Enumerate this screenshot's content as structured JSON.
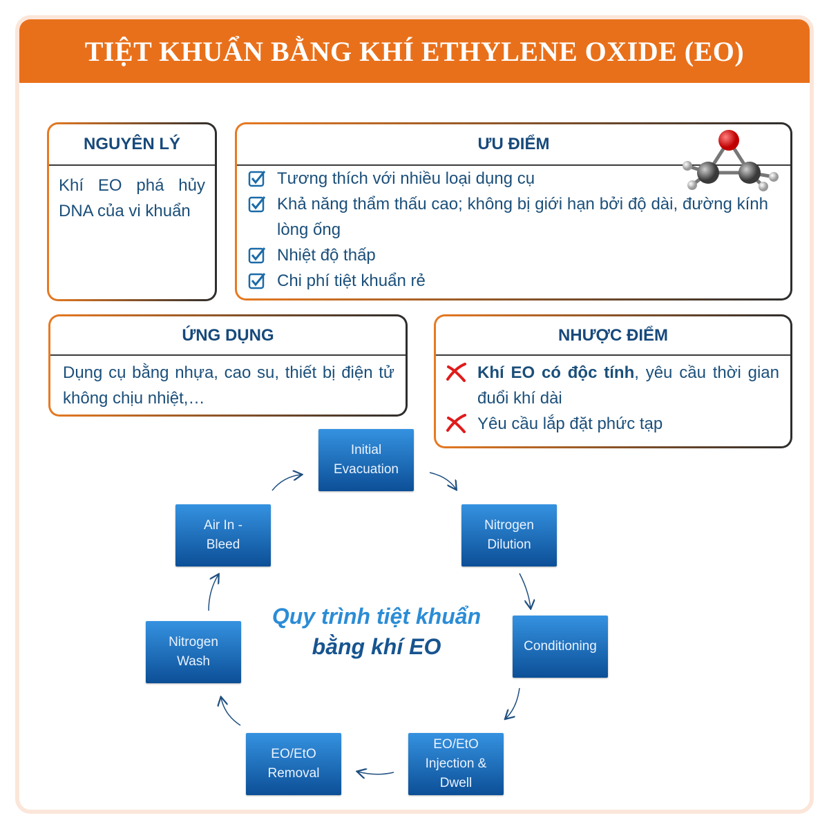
{
  "title": "TIỆT KHUẨN BẰNG KHÍ ETHYLENE OXIDE (EO)",
  "principle": {
    "heading": "NGUYÊN LÝ",
    "text": "Khí EO phá hủy DNA của vi khuẩn"
  },
  "advantages": {
    "heading": "ƯU ĐIỂM",
    "items": [
      "Tương thích với nhiều loại dụng cụ",
      "Khả năng thẩm thấu cao; không bị giới hạn bởi độ dài, đường kính lòng ống",
      "Nhiệt độ thấp",
      "Chi phí tiệt khuẩn rẻ"
    ]
  },
  "applications": {
    "heading": "ỨNG DỤNG",
    "text": "Dụng cụ bằng nhựa, cao su, thiết bị điện tử không chịu nhiệt,…"
  },
  "disadvantages": {
    "heading": "NHƯỢC ĐIỂM",
    "items": [
      {
        "bold": "Khí EO có độc tính",
        "rest": ", yêu cầu thời gian đuổi khí dài"
      },
      {
        "bold": "",
        "rest": "Yêu cầu lắp đặt phức tạp"
      }
    ]
  },
  "process": {
    "title_line1": "Quy trình tiệt khuẩn",
    "title_line2": "bằng khí EO",
    "steps": [
      "Initial Evacuation",
      "Nitrogen Dilution",
      "Conditioning",
      "EO/EtO Injection & Dwell",
      "EO/EtO Removal",
      "Nitrogen Wash",
      "Air In - Bleed"
    ]
  },
  "colors": {
    "accent": "#e9701a",
    "heading": "#17497b",
    "step": "#1a6fc0"
  }
}
